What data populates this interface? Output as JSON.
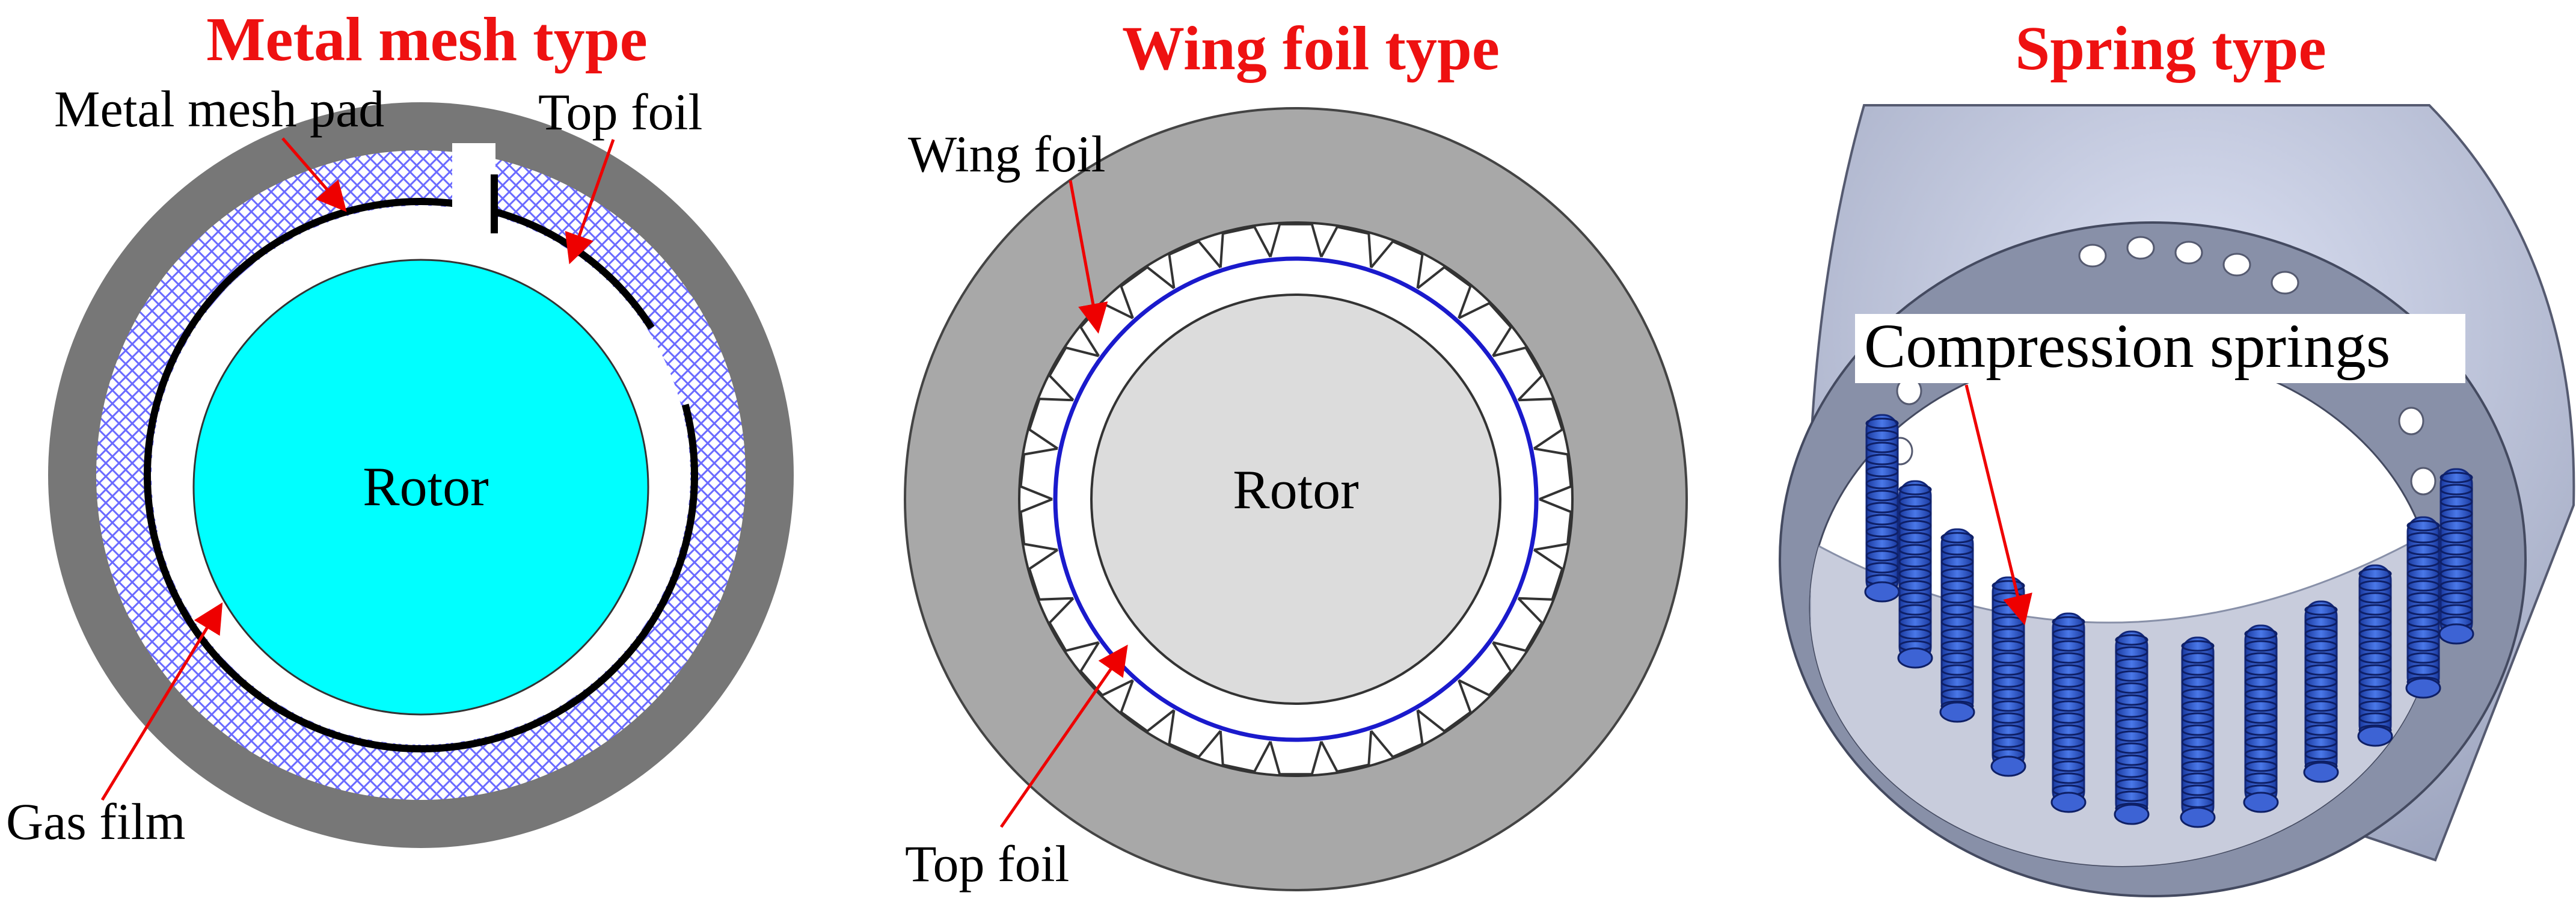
{
  "panels": {
    "mesh": {
      "title": "Metal mesh type",
      "rotor_label": "Rotor",
      "labels": {
        "pad": "Metal mesh pad",
        "top_foil": "Top foil",
        "gas_film": "Gas film"
      },
      "colors": {
        "housing": "#777777",
        "mesh": "#8a8aff",
        "rotor": "#00ffff"
      }
    },
    "wing": {
      "title": "Wing foil type",
      "rotor_label": "Rotor",
      "labels": {
        "wing_foil": "Wing foil",
        "top_foil": "Top foil"
      },
      "colors": {
        "housing": "#a8a8a8",
        "rotor": "#dcdcdc",
        "top_foil": "#1a1acc"
      }
    },
    "spring": {
      "title": "Spring type",
      "labels": {
        "springs": "Compression springs"
      },
      "colors": {
        "housing": "#8890a8",
        "inner": "#c8ccdc",
        "spring": "#2a4fbf"
      }
    }
  },
  "arrow_color": "#ee0000"
}
